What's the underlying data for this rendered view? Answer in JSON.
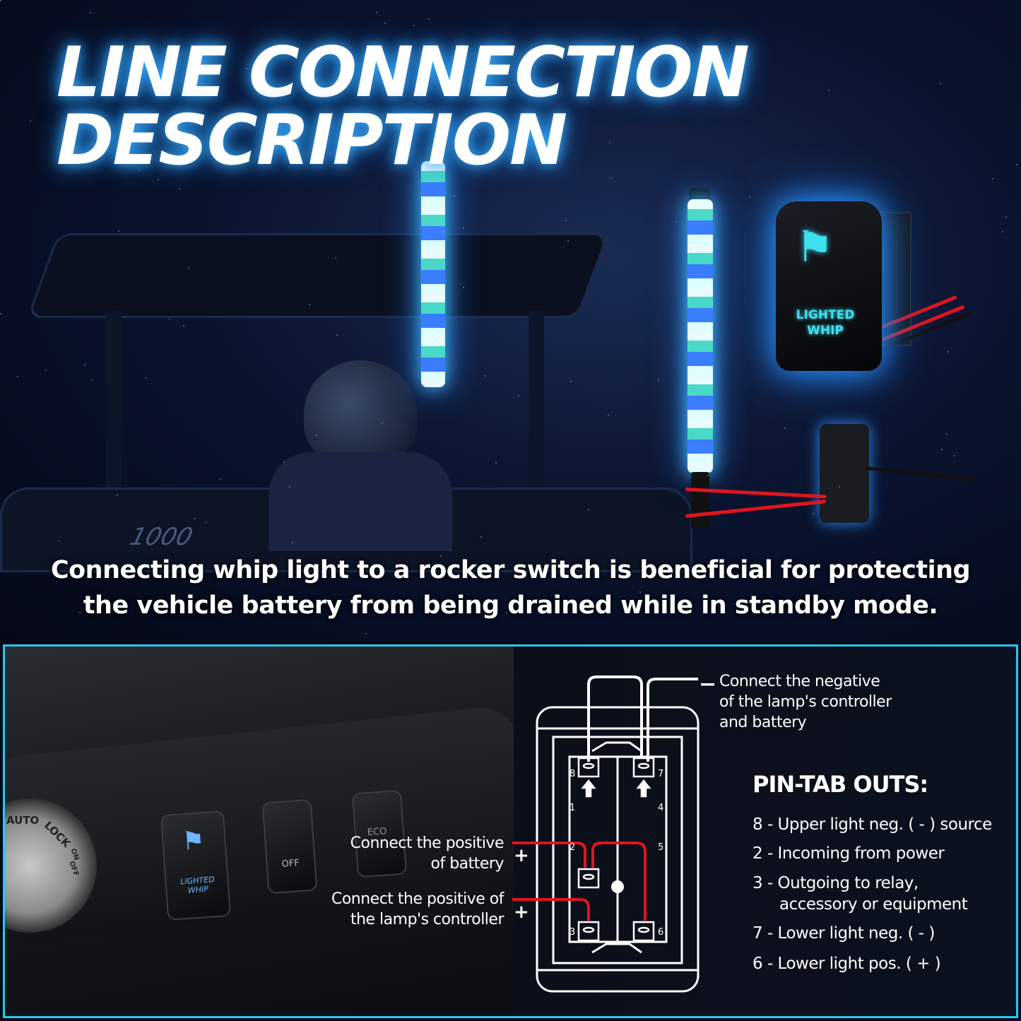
{
  "title": {
    "line1": "LINE CONNECTION",
    "line2": "DESCRIPTION"
  },
  "product": {
    "switch_label_line1": "LIGHTED",
    "switch_label_line2": "WHIP",
    "switch_icon": "flag-icon"
  },
  "caption": {
    "line1": "Connecting whip light to a rocker switch is beneficial for protecting",
    "line2": "the vehicle battery from being drained while in standby mode."
  },
  "dashboard": {
    "switch1_label": "LIGHTED WHIP",
    "switch2_label": "OFF",
    "switch3_label": "ECO",
    "ignition_labels": [
      "AUTO",
      "LOCK",
      "ON",
      "OFF"
    ],
    "badge": "1000"
  },
  "diagram": {
    "notes": {
      "negative": [
        "Connect the negative",
        "of the lamp's controller",
        "and battery"
      ],
      "battery_positive": [
        "Connect the positive",
        "of battery"
      ],
      "controller_positive": [
        "Connect the positive of",
        "the lamp's controller"
      ]
    },
    "symbols": {
      "minus": "−",
      "plus": "+"
    },
    "pins": [
      "8",
      "7",
      "1",
      "4",
      "2",
      "5",
      "3",
      "6"
    ],
    "wire_colors": {
      "negative": "#ffffff",
      "positive": "#e0141e"
    }
  },
  "pinouts": {
    "heading": "PIN-TAB OUTS:",
    "items": [
      "8 - Upper light neg. ( - ) source",
      "2 - Incoming from power",
      "3 - Outgoing to relay,",
      "accessory or equipment",
      "7 - Lower light neg. ( - )",
      "6 - Lower light pos. ( + )"
    ]
  },
  "colors": {
    "accent": "#2bc4f0",
    "glow": "#3ab0ff"
  }
}
